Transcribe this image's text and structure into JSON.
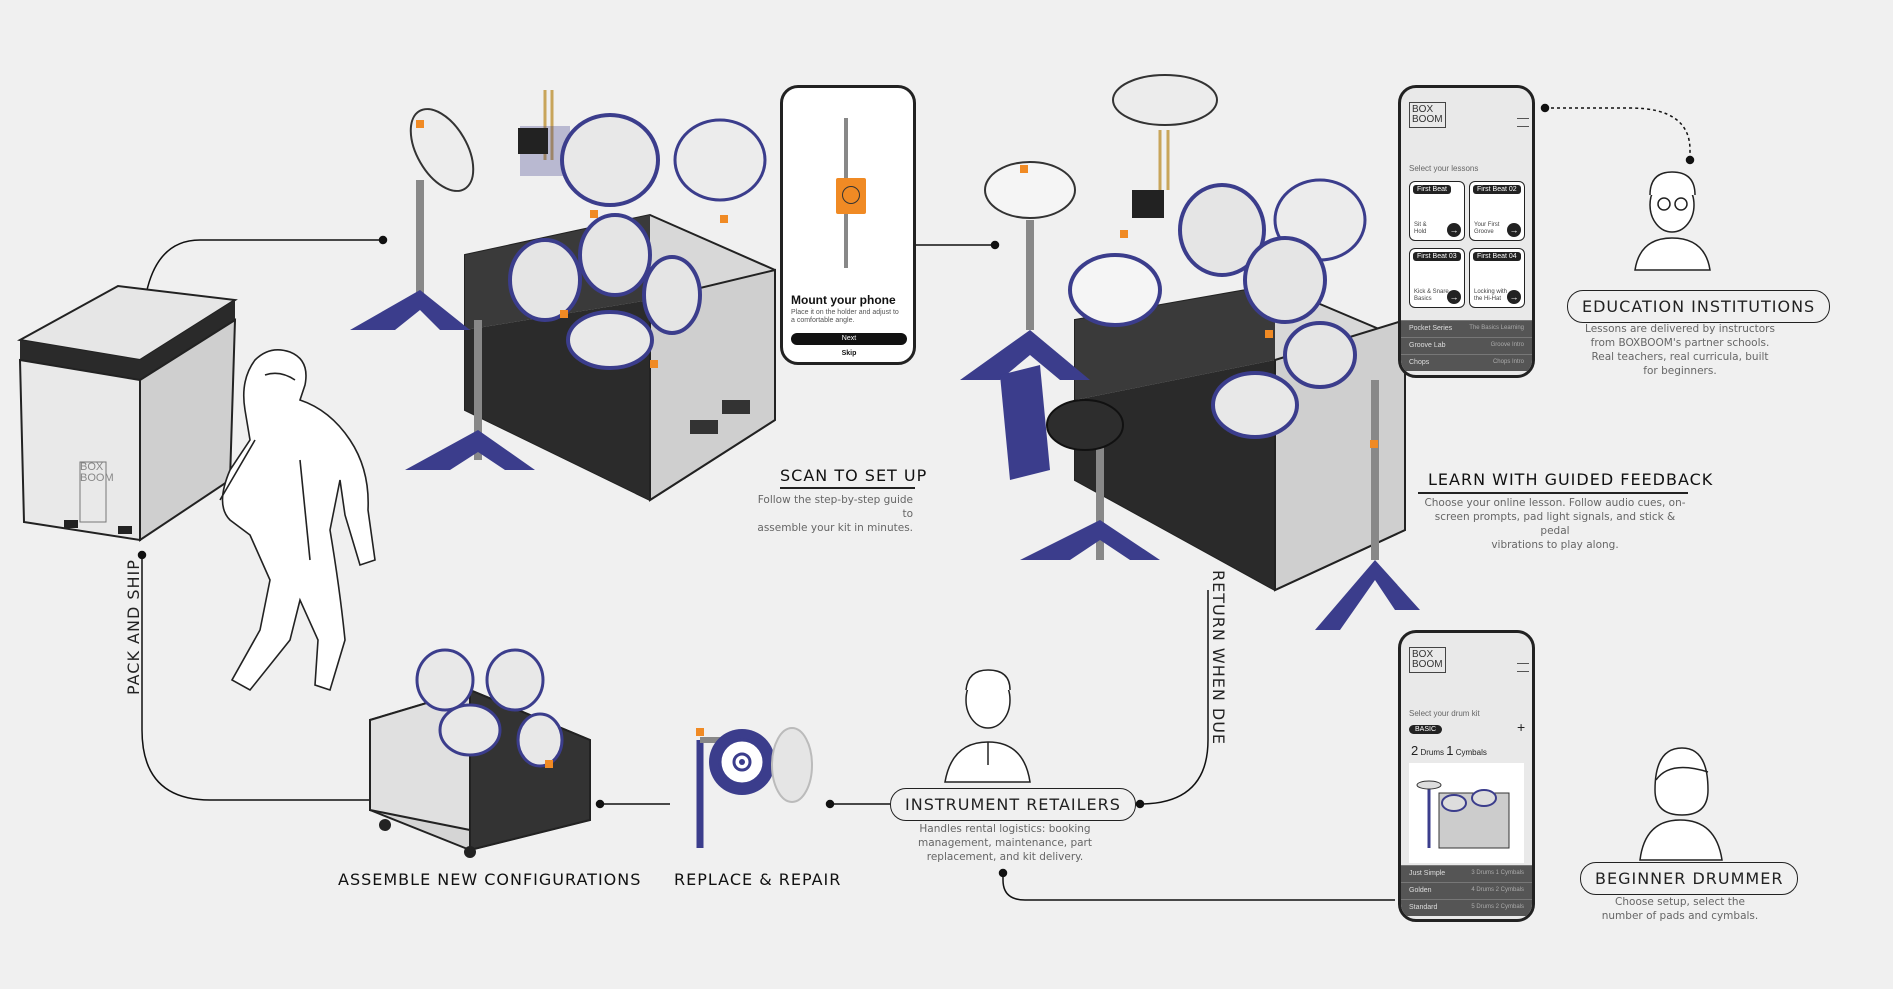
{
  "stages": {
    "scan": {
      "title": "SCAN TO SET UP",
      "desc": "Follow the step-by-step guide to\nassemble your kit in minutes."
    },
    "learn": {
      "title": "LEARN WITH GUIDED FEEDBACK",
      "desc": "Choose your online lesson. Follow audio cues, on-\nscreen prompts, pad light signals, and stick & pedal\nvibrations to play along."
    },
    "education": {
      "title": "EDUCATION INSTITUTIONS",
      "desc": "Lessons are delivered by instructors\nfrom BOXBOOM's partner schools.\nReal teachers, real curricula, built\nfor beginners."
    },
    "retailers": {
      "title": "INSTRUMENT RETAILERS",
      "desc": "Handles rental logistics: booking\nmanagement, maintenance, part\nreplacement, and kit delivery."
    },
    "beginner": {
      "title": "BEGINNER DRUMMER",
      "desc": "Choose setup, select the\nnumber of pads and cymbals."
    },
    "assemble": {
      "title": "ASSEMBLE NEW CONFIGURATIONS"
    },
    "repair": {
      "title": "REPLACE & REPAIR"
    },
    "pack": {
      "title": "PACK AND SHIP"
    },
    "return": {
      "title": "RETURN WHEN DUE"
    }
  },
  "phone_setup": {
    "heading": "Mount your phone",
    "body": "Place it on the holder and adjust to\na comfortable angle.",
    "next_label": "Next",
    "skip_label": "Skip"
  },
  "phone_lessons": {
    "logo": "BOX\nBOOM",
    "prompt": "Select your lessons",
    "cards": [
      {
        "tag": "First Beat",
        "text": "Sit &\nHold"
      },
      {
        "tag": "First Beat 02",
        "text": "Your First\nGroove"
      },
      {
        "tag": "First Beat 03",
        "text": "Kick & Snare\nBasics"
      },
      {
        "tag": "First Beat 04",
        "text": "Locking with\nthe Hi-Hat"
      }
    ],
    "list": [
      {
        "name": "Pocket Series",
        "meta": "The Basics Learning"
      },
      {
        "name": "Groove Lab",
        "meta": "Groove Intro"
      },
      {
        "name": "Chops",
        "meta": "Chops Intro"
      }
    ]
  },
  "phone_kit": {
    "logo": "BOX\nBOOM",
    "prompt": "Select your drum kit",
    "badge": "BASIC",
    "plus": "+",
    "drums_count": "2",
    "drums_label": "Drums",
    "cymbals_count": "1",
    "cymbals_label": "Cymbals",
    "list": [
      {
        "name": "Just Simple",
        "meta": "3 Drums 1 Cymbals"
      },
      {
        "name": "Golden",
        "meta": "4 Drums 2 Cymbals"
      },
      {
        "name": "Standard",
        "meta": "5 Drums 2 Cymbals"
      }
    ]
  },
  "box_logo": "BOX\nBOOM",
  "colors": {
    "accent": "#f08a24",
    "navy": "#3b3d8c",
    "line": "#111111",
    "pad": "#e8e8e8"
  }
}
